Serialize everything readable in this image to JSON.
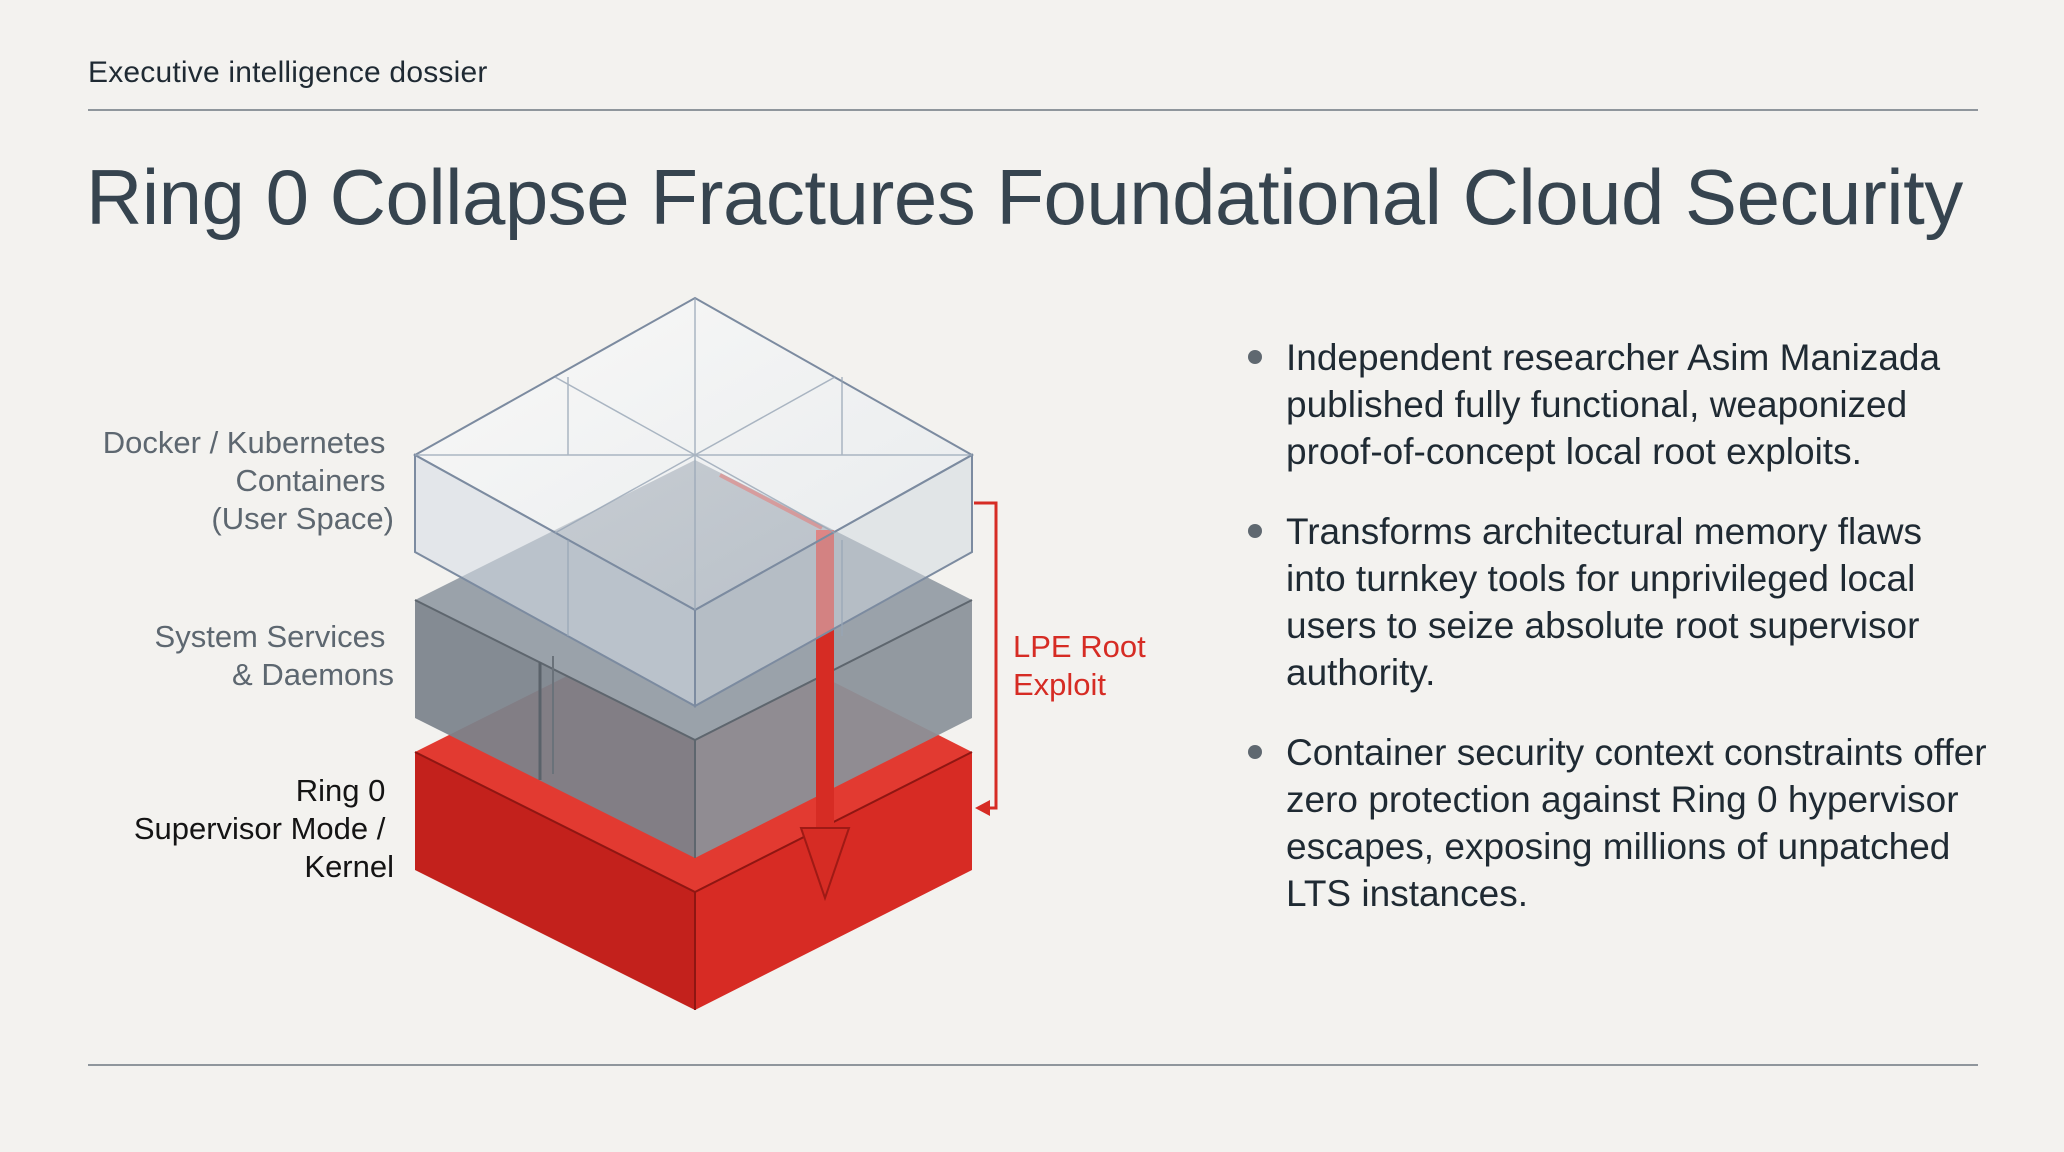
{
  "header": {
    "kicker": "Executive intelligence dossier",
    "title": "Ring 0 Collapse Fractures Foundational Cloud Security"
  },
  "diagram": {
    "layers": [
      {
        "lines": [
          "Docker / Kubernetes",
          "Containers",
          "(User Space)"
        ]
      },
      {
        "lines": [
          "System Services",
          "& Daemons"
        ]
      },
      {
        "lines": [
          "Ring 0",
          "Supervisor Mode /",
          "Kernel"
        ]
      }
    ],
    "exploit_label": [
      "LPE Root",
      "Exploit"
    ],
    "colors": {
      "kernel": "#d42a24",
      "services": "#7f8790",
      "containers": "#dde3ea",
      "exploit": "#d62c24"
    }
  },
  "bullets": [
    "Independent researcher Asim Manizada published fully functional, weaponized proof-of-concept local root exploits.",
    "Transforms architectural memory flaws into turnkey tools for unprivileged local users to seize absolute root supervisor authority.",
    "Container security context constraints offer zero protection against Ring 0 hypervisor escapes, exposing millions of unpatched LTS instances."
  ]
}
